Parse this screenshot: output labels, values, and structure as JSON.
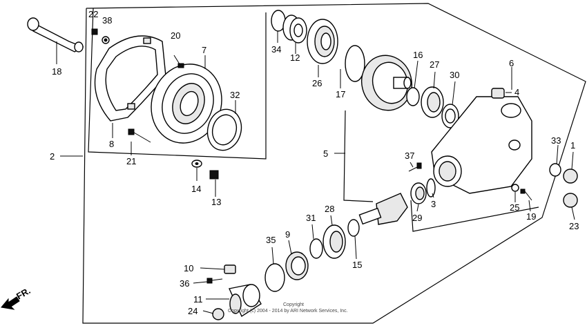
{
  "callouts": {
    "c1": "1",
    "c2": "2",
    "c3": "3",
    "c4": "4",
    "c5": "5",
    "c6": "6",
    "c7": "7",
    "c8": "8",
    "c9": "9",
    "c10": "10",
    "c11": "11",
    "c12": "12",
    "c13": "13",
    "c14": "14",
    "c15": "15",
    "c16": "16",
    "c17": "17",
    "c18": "18",
    "c19": "19",
    "c20": "20",
    "c21": "21",
    "c22": "22",
    "c23": "23",
    "c24": "24",
    "c25": "25",
    "c26": "26",
    "c27": "27",
    "c28": "28",
    "c29": "29",
    "c30": "30",
    "c31": "31",
    "c32": "32",
    "c33": "33",
    "c34": "34",
    "c35": "35",
    "c36": "36",
    "c37": "37",
    "c38": "38"
  },
  "direction_label": "FR.",
  "copyright_line1": "Copyright",
  "copyright_line2": "Copyright (c) 2004 - 2014 by ARI Network Services, Inc."
}
